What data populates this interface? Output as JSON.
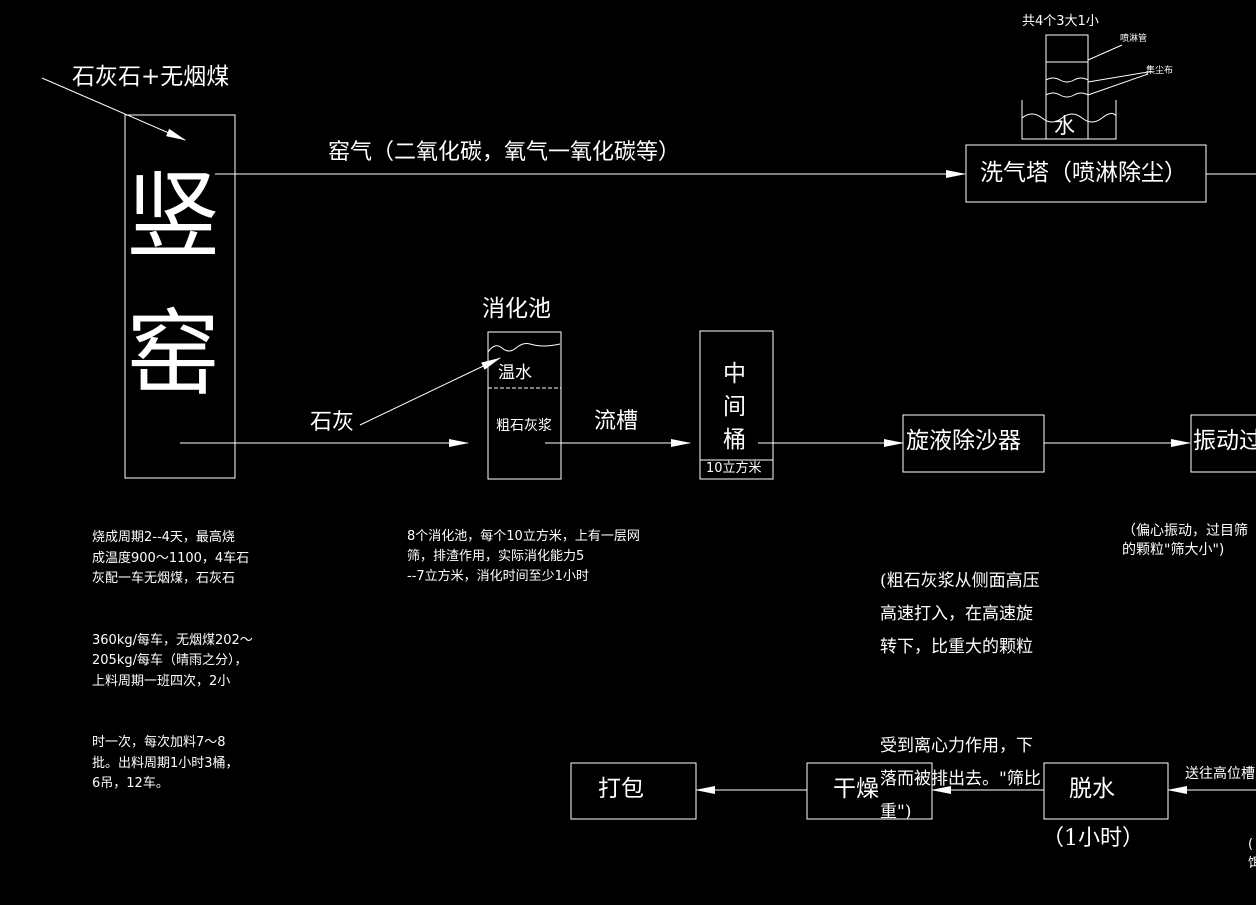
{
  "colors": {
    "background": "#000000",
    "stroke": "#ffffff",
    "text": "#ffffff"
  },
  "labels": {
    "feed": "石灰石+无烟煤",
    "kiln_char1": "竖",
    "kiln_char2": "窑",
    "kiln_gas": "窑气（二氧化碳，氧气一氧化碳等）",
    "scrubber": "洗气塔（喷淋除尘）",
    "tower_count": "共4个3大1小",
    "spray_pipe": "喷淋管",
    "dust_cloth": "集尘布",
    "water": "水",
    "lime": "石灰",
    "slaker": "消化池",
    "warm_water": "温水",
    "crude_slurry": "粗石灰浆",
    "flume": "流槽",
    "tank_c1": "中",
    "tank_c2": "间",
    "tank_c3": "桶",
    "tank_volume": "10立方米",
    "hydrocyclone": "旋液除沙器",
    "vibrating_screen": "振动过",
    "pack": "打包",
    "dry": "干燥",
    "dewater": "脱水",
    "dewater_time": "（1小时）",
    "to_tank": "送往高位槽",
    "edge_fragment_1": "(",
    "edge_fragment_2": "饵"
  },
  "notes": {
    "kiln": [
      "烧成周期2--4天，最高烧",
      "成温度900～1100，4车石",
      "灰配一车无烟煤，石灰石",
      "360kg/每车，无烟煤202～",
      "205kg/每车（晴雨之分），",
      "上料周期一班四次，2小",
      "时一次，每次加料7～8",
      "批。出料周期1小时3桶，",
      "6吊，12车。"
    ],
    "slaker": [
      "8个消化池，每个10立方米，上有一层网",
      "筛，排渣作用，实际消化能力5",
      "--7立方米，消化时间至少1小时"
    ],
    "hydrocyclone": [
      "(粗石灰浆从侧面高压",
      "高速打入，在高速旋",
      "转下，比重大的颗粒",
      "受到离心力作用，下",
      "落而被排出去。\"筛比",
      "重\")"
    ],
    "screen": [
      "（偏心振动，过目筛",
      "的颗粒\"筛大小\")"
    ]
  }
}
